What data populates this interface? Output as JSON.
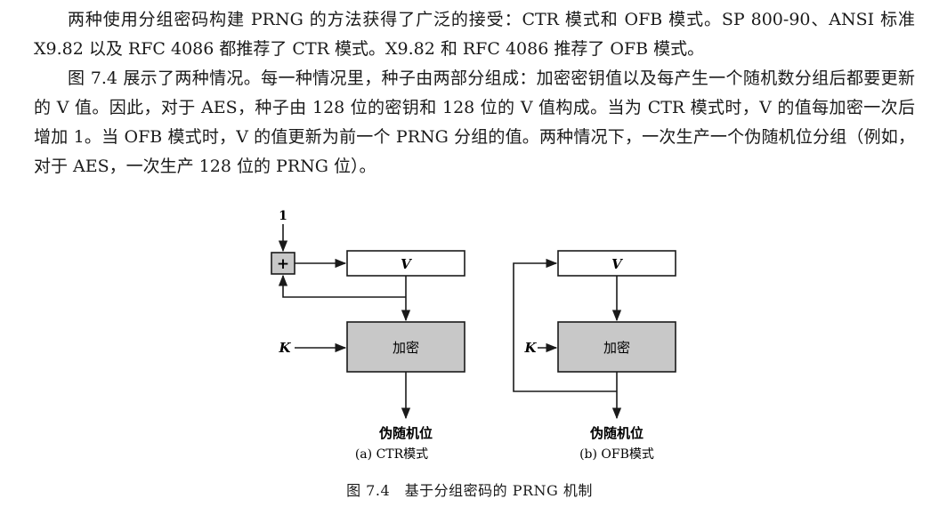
{
  "paragraphs": [
    "两种使用分组密码构建 PRNG 的方法获得了广泛的接受：CTR 模式和 OFB 模式。SP 800-90、ANSI 标准 X9.82 以及 RFC 4086 都推荐了 CTR 模式。X9.82 和 RFC 4086 推荐了 OFB 模式。",
    "图 7.4 展示了两种情况。每一种情况里，种子由两部分组成：加密密钥值以及每产生一个随机数分组后都要更新的 V 值。因此，对于 AES，种子由 128 位的密钥和 128 位的 V 值构成。当为 CTR 模式时，V 的值每加密一次后增加 1。当 OFB 模式时，V 的值更新为前一个 PRNG 分组的值。两种情况下，一次生产一个伪随机位分组（例如，对于 AES，一次生产 128 位的 PRNG 位）。"
  ],
  "figure": {
    "ctr": {
      "increment_label": "1",
      "adder_symbol": "+",
      "v_label": "V",
      "key_label": "K",
      "encrypt_label": "加密",
      "output_label": "伪随机位",
      "subcaption": "(a) CTR模式"
    },
    "ofb": {
      "v_label": "V",
      "key_label": "K",
      "encrypt_label": "加密",
      "output_label": "伪随机位",
      "subcaption": "(b) OFB模式"
    },
    "colors": {
      "box_fill": "#c8c8c8",
      "stroke": "#1a1a1a"
    }
  },
  "caption": "图 7.4　基于分组密码的 PRNG 机制"
}
